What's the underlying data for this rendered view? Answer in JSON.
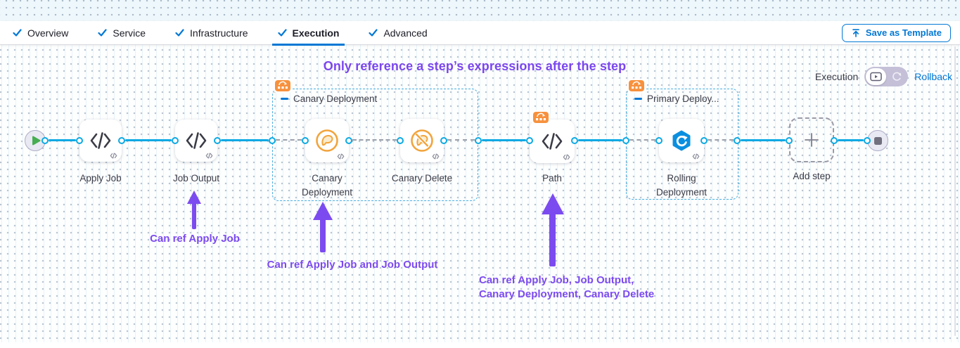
{
  "tab_bar": {
    "tabs": [
      {
        "label": "Overview"
      },
      {
        "label": "Service"
      },
      {
        "label": "Infrastructure"
      },
      {
        "label": "Execution"
      },
      {
        "label": "Advanced"
      }
    ],
    "active_tab": "Execution",
    "save_as_template": "Save as Template"
  },
  "toolbar": {
    "execution_label": "Execution",
    "rollback_label": "Rollback"
  },
  "annotation": {
    "title": "Only reference a step’s expressions after the step",
    "notes": [
      {
        "text": "Can ref Apply Job"
      },
      {
        "text": "Can ref Apply Job and Job Output"
      },
      {
        "line1": "Can ref Apply Job, Job Output,",
        "line2": "Canary Deployment, Canary Delete"
      }
    ]
  },
  "pipeline": {
    "start": {
      "icon": "play-icon"
    },
    "end": {
      "icon": "stop-icon"
    },
    "steps": {
      "apply_job": {
        "label": "Apply Job",
        "icon": "code-icon"
      },
      "job_output": {
        "label": "Job Output",
        "icon": "code-icon"
      },
      "canary_group": {
        "label": "Canary Deployment",
        "badge_icon": "rolling-steps-icon"
      },
      "canary_deployment": {
        "label": "Canary Deployment",
        "icon": "canary-icon"
      },
      "canary_delete": {
        "label": "Canary Delete",
        "icon": "canary-delete-icon"
      },
      "path": {
        "label": "Path",
        "icon": "code-icon",
        "badge_icon": "rolling-steps-icon"
      },
      "primary_group": {
        "label": "Primary Deploy...",
        "badge_icon": "rolling-steps-icon"
      },
      "rolling_deployment": {
        "label": "Rolling Deployment",
        "icon": "rolling-deployment-icon"
      },
      "add_step": {
        "label": "Add step",
        "icon": "plus-icon"
      }
    }
  },
  "colors": {
    "accent_blue": "#0278D5",
    "connector_blue": "#0BA9E4",
    "annotation_purple": "#7C4BF0",
    "badge_orange": "#F7913D",
    "canary_orange": "#F2A43C",
    "rolling_blue": "#0B8FE0",
    "play_green": "#47AD52",
    "group_border_blue": "#49AEE2"
  }
}
